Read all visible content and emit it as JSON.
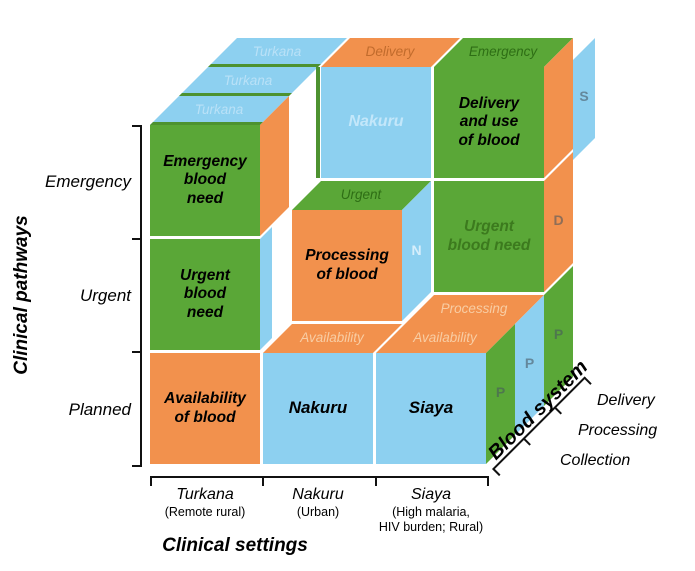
{
  "colors": {
    "green": "#5aa737",
    "orange": "#f2914d",
    "blue": "#8dd0f0"
  },
  "axes": {
    "pathways": {
      "title": "Clinical pathways",
      "items": [
        "Emergency",
        "Urgent",
        "Planned"
      ]
    },
    "settings": {
      "title": "Clinical settings",
      "items": [
        {
          "name": "Turkana",
          "sub1": "(Remote rural)"
        },
        {
          "name": "Nakuru",
          "sub1": "(Urban)"
        },
        {
          "name": "Siaya",
          "sub1": "(High malaria,",
          "sub2": "HIV burden; Rural)"
        }
      ]
    },
    "system": {
      "title": "Blood system",
      "items": [
        "Delivery",
        "Processing",
        "Collection"
      ]
    }
  },
  "cube": {
    "cells": {
      "emergency_turkana": "Emergency\nblood\nneed",
      "urgent_turkana": "Urgent\nblood\nneed",
      "availability_turkana": "Availability\nof blood",
      "nakuru_planned": "Nakuru",
      "siaya_planned": "Siaya",
      "processing_nakuru": "Processing\nof blood",
      "nakuru_emergency": "Nakuru",
      "urgent_siaya": "Urgent\nblood need",
      "delivery_siaya": "Delivery\nand use\nof blood"
    },
    "strips": {
      "turkana_1": "Turkana",
      "turkana_2": "Turkana",
      "turkana_3": "Turkana",
      "delivery_top": "Delivery",
      "emergency_top": "Emergency",
      "urgent_top": "Urgent",
      "availability_nakuru": "Availability",
      "availability_siaya": "Availability",
      "processing_side": "Processing"
    },
    "letters": {
      "s": "S",
      "d": "D",
      "n": "N",
      "p_front": "P",
      "p_mid": "P",
      "p_back": "P"
    }
  }
}
